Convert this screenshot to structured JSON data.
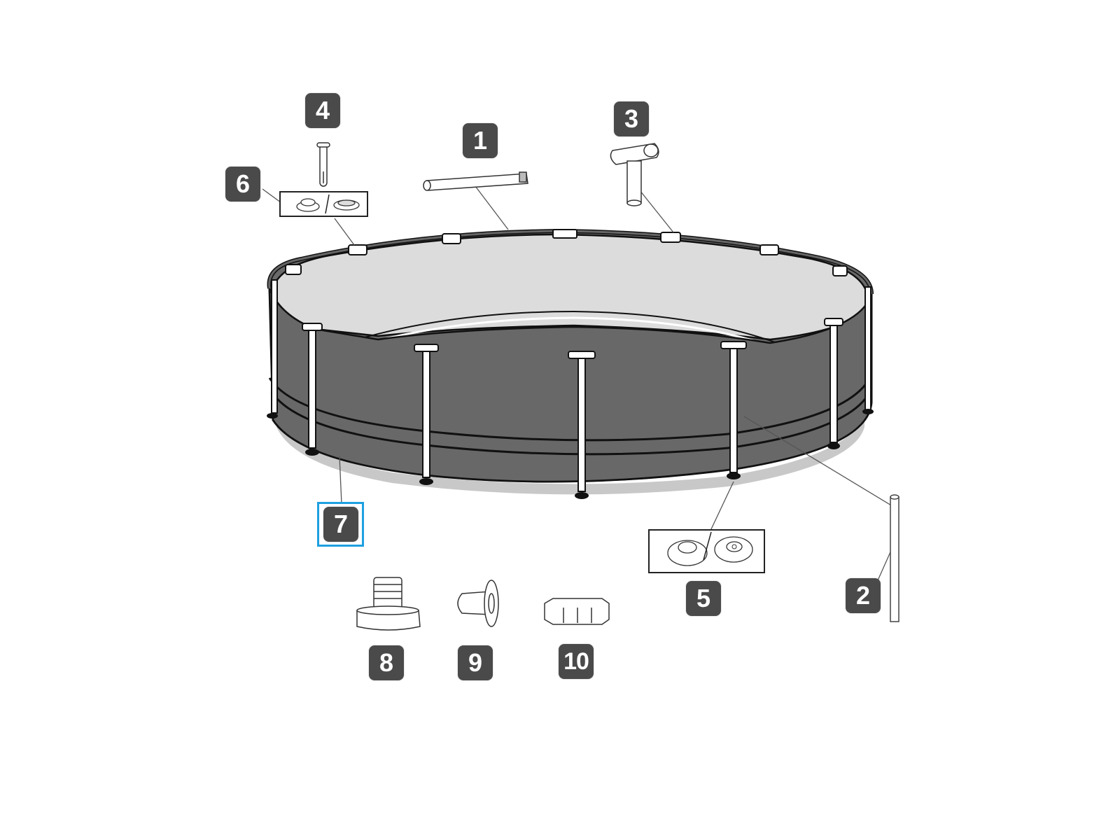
{
  "diagram": {
    "title": "Frame pool parts diagram",
    "highlight_color": "#1ea0e0",
    "badge_color": "#4a4a4a",
    "selected_part": "7",
    "parts": [
      {
        "id": "1",
        "label": "1",
        "description": "horizontal-beam"
      },
      {
        "id": "2",
        "label": "2",
        "description": "vertical-leg"
      },
      {
        "id": "3",
        "label": "3",
        "description": "t-joint"
      },
      {
        "id": "4",
        "label": "4",
        "description": "joint-pin"
      },
      {
        "id": "5",
        "label": "5",
        "description": "leg-cap-foot"
      },
      {
        "id": "6",
        "label": "6",
        "description": "seal-cap"
      },
      {
        "id": "7",
        "label": "7",
        "description": "pool-liner"
      },
      {
        "id": "8",
        "label": "8",
        "description": "drain-valve-connector"
      },
      {
        "id": "9",
        "label": "9",
        "description": "drain-plug"
      },
      {
        "id": "10",
        "label": "10",
        "description": "drain-cap"
      }
    ]
  }
}
